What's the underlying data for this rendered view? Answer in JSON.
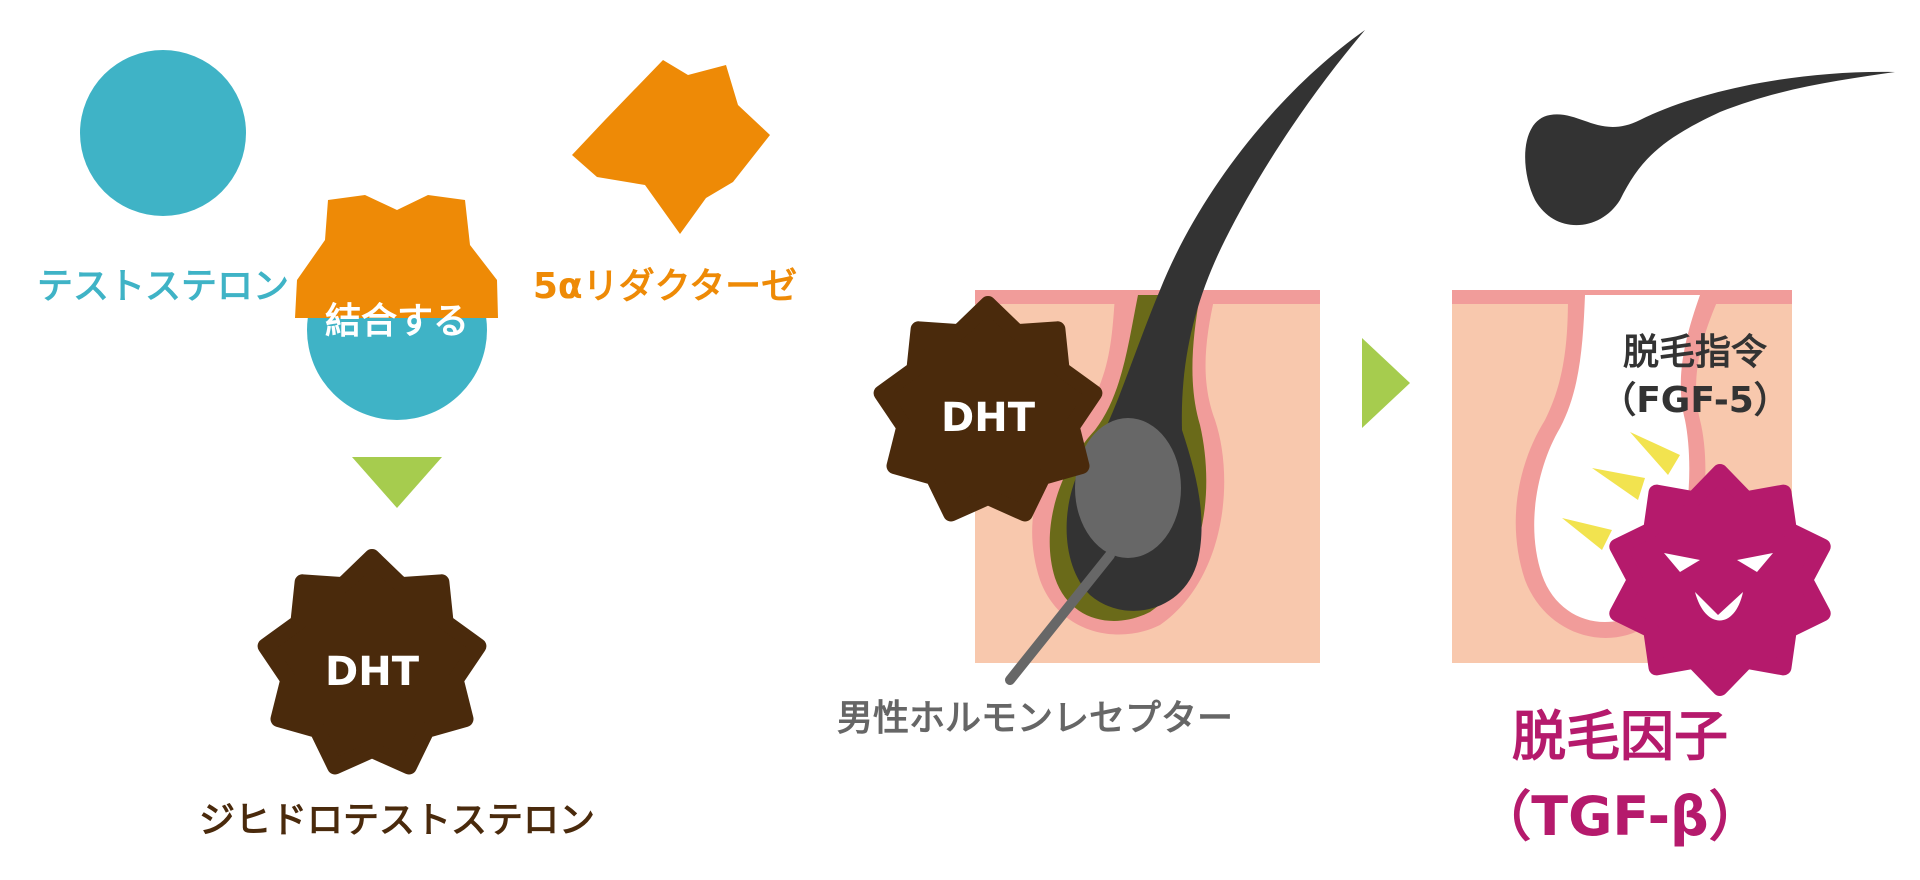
{
  "labels": {
    "testosterone": "テストステロン",
    "enzyme": "5αリダクターゼ",
    "bind": "結合する",
    "dht_main": "DHT",
    "dihydrotestosterone": "ジヒドロテストステロン",
    "dht_receptor": "DHT",
    "androgen_receptor": "男性ホルモンレセプター",
    "hair_loss_signal_line1": "脱毛指令",
    "hair_loss_signal_line2": "（FGF-5）",
    "hair_loss_factor_line1": "脱毛因子",
    "hair_loss_factor_line2": "（TGF-β）"
  },
  "colors": {
    "testosterone": "#3fb3c6",
    "enzyme": "#ee8a06",
    "dht": "#4a2a0c",
    "arrow": "#a6cc4e",
    "skin": "#f8c8ad",
    "skin_edge": "#f19c9a",
    "hair": "#333333",
    "papilla": "#676767",
    "receptor_line": "#676767",
    "follicle_olive": "#6a6a19",
    "factor": "#b51a6c",
    "spark": "#f2e34f",
    "label_gray": "#666666"
  }
}
